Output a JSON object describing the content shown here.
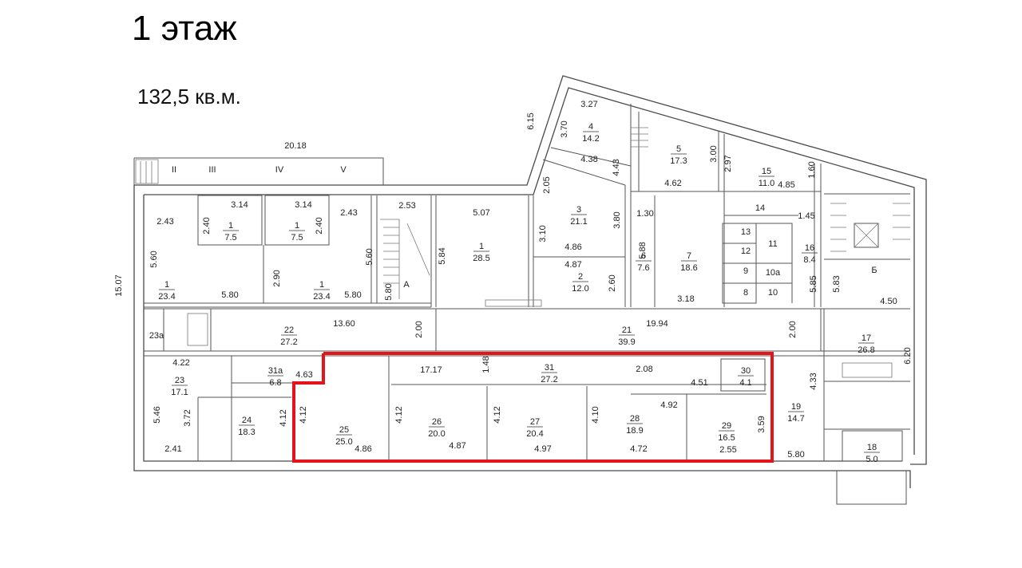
{
  "title": "1 этаж",
  "area": "132,5 кв.м.",
  "highlight_color": "#e4141b",
  "rooms": [
    {
      "id": "4",
      "area": "14.2"
    },
    {
      "id": "5",
      "area": "17.3"
    },
    {
      "id": "15",
      "area": "11.0"
    },
    {
      "id": "3",
      "area": "21.1"
    },
    {
      "id": "1",
      "area": "28.5"
    },
    {
      "id": "2",
      "area": "12.0"
    },
    {
      "id": "1",
      "area": "7.5"
    },
    {
      "id": "1",
      "area": "7.5"
    },
    {
      "id": "1",
      "area": "23.4"
    },
    {
      "id": "1",
      "area": "23.4"
    },
    {
      "id": "6",
      "area": "7.6"
    },
    {
      "id": "7",
      "area": "18.6"
    },
    {
      "id": "14",
      "area": ""
    },
    {
      "id": "13",
      "area": ""
    },
    {
      "id": "12",
      "area": ""
    },
    {
      "id": "11",
      "area": ""
    },
    {
      "id": "9",
      "area": ""
    },
    {
      "id": "10а",
      "area": ""
    },
    {
      "id": "8",
      "area": ""
    },
    {
      "id": "10",
      "area": ""
    },
    {
      "id": "16",
      "area": "8.4"
    },
    {
      "id": "22",
      "area": "27.2"
    },
    {
      "id": "21",
      "area": "39.9"
    },
    {
      "id": "17",
      "area": "26.8"
    },
    {
      "id": "31а",
      "area": "6.8"
    },
    {
      "id": "31",
      "area": "27.2"
    },
    {
      "id": "30",
      "area": "4.1"
    },
    {
      "id": "23",
      "area": "17.1"
    },
    {
      "id": "24",
      "area": "18.3"
    },
    {
      "id": "25",
      "area": "25.0"
    },
    {
      "id": "26",
      "area": "20.0"
    },
    {
      "id": "27",
      "area": "20.4"
    },
    {
      "id": "28",
      "area": "18.9"
    },
    {
      "id": "29",
      "area": "16.5"
    },
    {
      "id": "19",
      "area": "14.7"
    },
    {
      "id": "18",
      "area": "5.0"
    }
  ],
  "labels": {
    "roman": [
      "II",
      "III",
      "IV",
      "V"
    ],
    "letters": [
      "А",
      "Б"
    ],
    "room23a": "23а"
  },
  "dims": [
    "20.18",
    "6.15",
    "3.27",
    "3.70",
    "4.38",
    "4.43",
    "4.62",
    "3.00",
    "2.97",
    "4.85",
    "1.60",
    "2.05",
    "3.10",
    "4.86",
    "3.80",
    "1.30",
    "5.88",
    "3.18",
    "1.45",
    "5.85",
    "5.83",
    "4.50",
    "2.43",
    "3.14",
    "2.40",
    "3.14",
    "2.40",
    "2.43",
    "2.53",
    "5.07",
    "5.60",
    "2.90",
    "5.60",
    "5.84",
    "5.80",
    "5.80",
    "5.80",
    "4.87",
    "2.60",
    "13.60",
    "2.00",
    "19.94",
    "2.00",
    "15.07",
    "6.20",
    "17.17",
    "1.48",
    "2.08",
    "4.51",
    "4.22",
    "4.63",
    "5.46",
    "3.72",
    "4.12",
    "4.12",
    "4.12",
    "4.12",
    "4.10",
    "4.92",
    "3.59",
    "2.41",
    "4.86",
    "4.87",
    "4.97",
    "4.72",
    "2.55",
    "5.80",
    "4.33"
  ]
}
